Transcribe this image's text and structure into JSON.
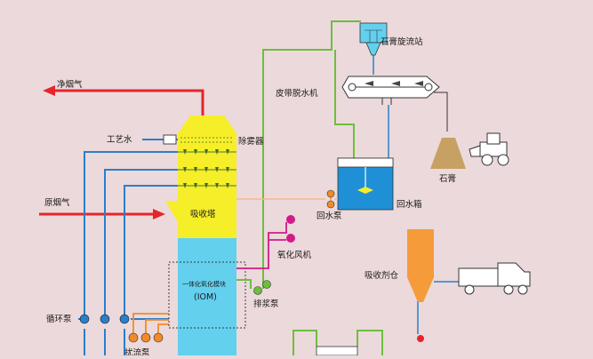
{
  "diagram": {
    "labels": {
      "clean_flue_gas": "净烟气",
      "process_water": "工艺水",
      "demister": "除雾器",
      "raw_flue_gas": "原烟气",
      "absorber": "吸收塔",
      "iom_module": "一体化氧化模块",
      "iom_abbr": "(IOM)",
      "circulation_pump": "循环泵",
      "disturbance_pump": "扰流泵",
      "discharge_pump": "排浆泵",
      "oxidation_fan": "氧化风机",
      "gypsum_cyclone": "石膏旋流站",
      "belt_dewatering": "皮带脱水机",
      "gypsum": "石膏",
      "return_water_tank": "回水箱",
      "return_water_pump": "回水泵",
      "absorbent_silo": "吸收剂仓"
    },
    "colors": {
      "background": "#ecd9db",
      "tower_yellow": "#f7ee2a",
      "tower_blue": "#63d0ee",
      "flue_red": "#e3262b",
      "water_blue": "#2a7fc9",
      "slurry_green": "#6cbf3c",
      "air_magenta": "#d21a88",
      "pump_orange": "#f08a2a",
      "silo_orange": "#f59b3a"
    }
  }
}
